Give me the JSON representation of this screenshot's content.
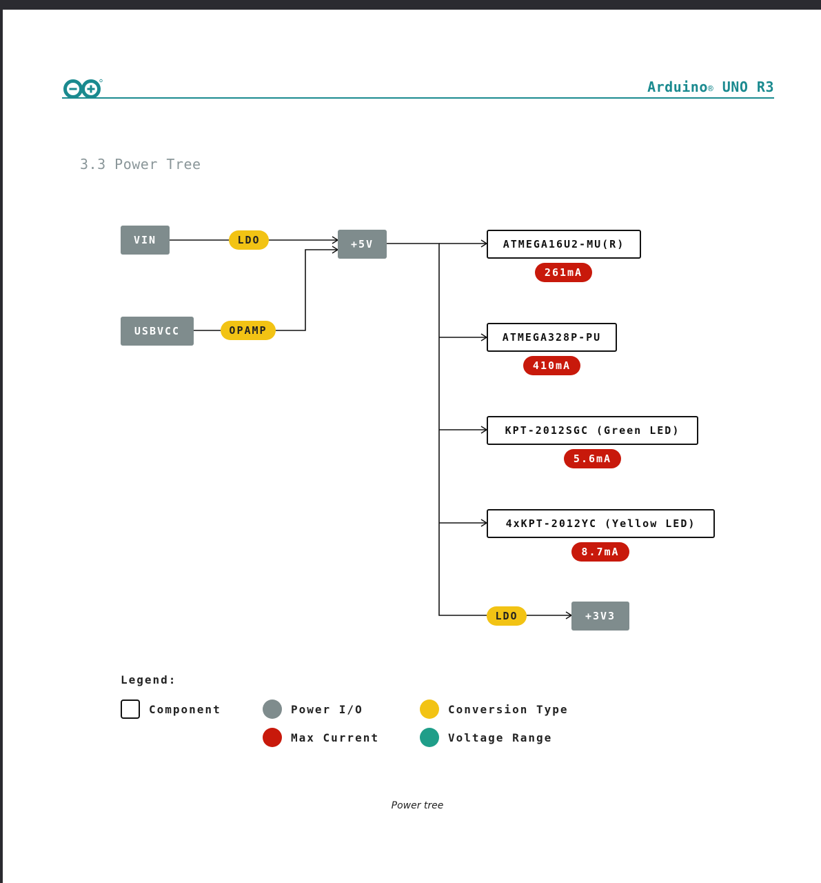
{
  "header": {
    "brand": "Arduino",
    "brand_mark": "®",
    "product": "UNO R3",
    "accent_color": "#1a8a8f",
    "logo_icon": "arduino-infinity-logo"
  },
  "section": {
    "title": "3.3 Power Tree"
  },
  "diagram": {
    "colors": {
      "power_io": "#7f8c8d",
      "conversion": "#f2c314",
      "max_current": "#c8190b",
      "voltage_range": "#1f9e89"
    },
    "inputs": [
      {
        "label": "VIN",
        "conversion": "LDO"
      },
      {
        "label": "USBVCC",
        "conversion": "OPAMP"
      }
    ],
    "rail": {
      "label": "+5V"
    },
    "loads": [
      {
        "label": "ATMEGA16U2-MU(R)",
        "current": "261mA"
      },
      {
        "label": "ATMEGA328P-PU",
        "current": "410mA"
      },
      {
        "label": "KPT-2012SGC (Green LED)",
        "current": "5.6mA"
      },
      {
        "label": "4xKPT-2012YC (Yellow LED)",
        "current": "8.7mA"
      }
    ],
    "secondary": {
      "conversion": "LDO",
      "label": "+3V3"
    },
    "edges": [
      {
        "from": "VIN",
        "via": "LDO",
        "to": "+5V"
      },
      {
        "from": "USBVCC",
        "via": "OPAMP",
        "to": "+5V"
      },
      {
        "from": "+5V",
        "to": "ATMEGA16U2-MU(R)"
      },
      {
        "from": "+5V",
        "to": "ATMEGA328P-PU"
      },
      {
        "from": "+5V",
        "to": "KPT-2012SGC (Green LED)"
      },
      {
        "from": "+5V",
        "to": "4xKPT-2012YC (Yellow LED)"
      },
      {
        "from": "+5V",
        "via": "LDO",
        "to": "+3V3"
      }
    ]
  },
  "legend": {
    "title": "Legend:",
    "items": [
      {
        "label": "Component",
        "swatch": "outlined-square"
      },
      {
        "label": "Power I/O",
        "swatch": "#7f8c8d"
      },
      {
        "label": "Conversion Type",
        "swatch": "#f2c314"
      },
      {
        "label": "Max Current",
        "swatch": "#c8190b"
      },
      {
        "label": "Voltage Range",
        "swatch": "#1f9e89"
      }
    ]
  },
  "caption": "Power tree"
}
